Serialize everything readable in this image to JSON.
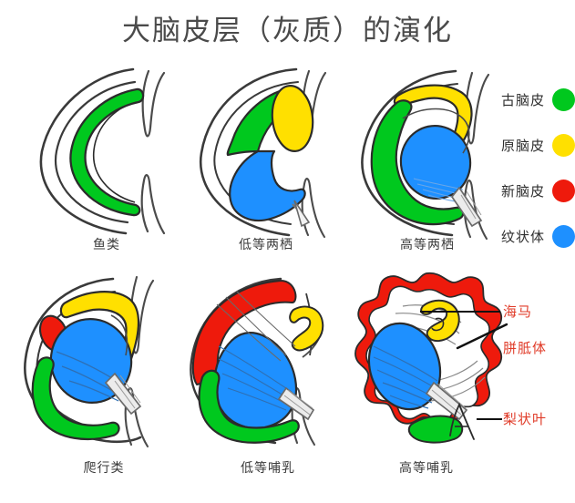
{
  "title": "大脑皮层（灰质）的演化",
  "legend": {
    "items": [
      {
        "label": "古脑皮",
        "color": "#00C81E",
        "icon": "green-circle-icon"
      },
      {
        "label": "原脑皮",
        "color": "#FFE000",
        "icon": "yellow-circle-icon"
      },
      {
        "label": "新脑皮",
        "color": "#EE1A0C",
        "icon": "red-circle-icon"
      },
      {
        "label": "纹状体",
        "color": "#1E90FF",
        "icon": "blue-circle-icon"
      }
    ]
  },
  "figures": [
    {
      "id": "fish",
      "caption": "鱼类",
      "regions": [
        "古脑皮"
      ]
    },
    {
      "id": "lower-amphibian",
      "caption": "低等两栖",
      "regions": [
        "古脑皮",
        "原脑皮",
        "纹状体"
      ]
    },
    {
      "id": "higher-amphibian",
      "caption": "高等两栖",
      "regions": [
        "古脑皮",
        "原脑皮",
        "纹状体"
      ]
    },
    {
      "id": "reptile",
      "caption": "爬行类",
      "regions": [
        "古脑皮",
        "原脑皮",
        "新脑皮",
        "纹状体"
      ]
    },
    {
      "id": "lower-mammal",
      "caption": "低等哺乳",
      "regions": [
        "古脑皮",
        "原脑皮",
        "新脑皮",
        "纹状体"
      ]
    },
    {
      "id": "higher-mammal",
      "caption": "高等哺乳",
      "regions": [
        "古脑皮",
        "原脑皮",
        "新脑皮",
        "纹状体"
      ]
    }
  ],
  "annotations": [
    {
      "label": "海马",
      "color": "#e03b28"
    },
    {
      "label": "胼胝体",
      "color": "#e03b28"
    },
    {
      "label": "梨状叶",
      "color": "#e03b28"
    }
  ],
  "colors": {
    "green": "#00C81E",
    "yellow": "#FFE000",
    "red": "#EE1A0C",
    "blue": "#1E90FF",
    "outline": "#3a3a3a",
    "background": "#FFFFFF",
    "title": "#4a4a4a"
  }
}
